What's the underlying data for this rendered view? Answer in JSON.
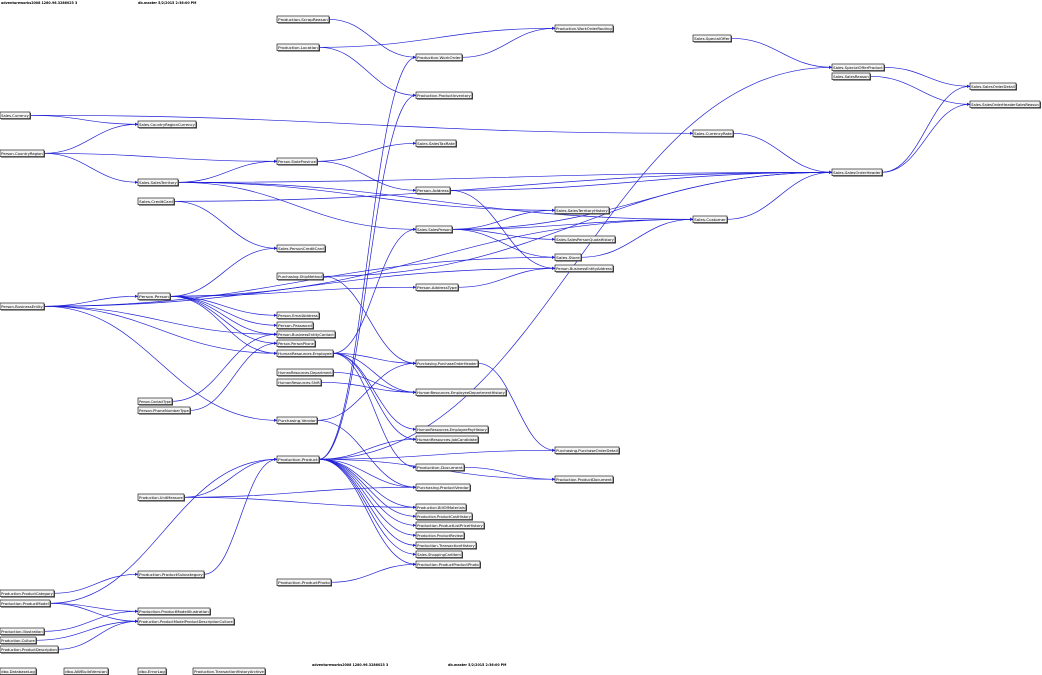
{
  "header": {
    "server_left": "adventureworks2008 1280.96.3286023 3",
    "db_left": "db.master  5/2/2015 2:36:00 PM",
    "server_bottom": "adventureworks2008 1280.96.3286023 3",
    "db_bottom": "db.master  5/2/2015 2:36:00 PM"
  },
  "tables": [
    {
      "id": "t01",
      "label": "Production.ScrapReason"
    },
    {
      "id": "t02",
      "label": "Production.Location"
    },
    {
      "id": "t03",
      "label": "Production.WorkOrderRouting"
    },
    {
      "id": "t04",
      "label": "Production.WorkOrder"
    },
    {
      "id": "t05",
      "label": "Production.ProductInventory"
    },
    {
      "id": "t06",
      "label": "Sales.SpecialOffer"
    },
    {
      "id": "t07",
      "label": "Sales.SpecialOfferProduct"
    },
    {
      "id": "t08",
      "label": "Sales.SalesReason"
    },
    {
      "id": "t09",
      "label": "Sales.SalesOrderDetail"
    },
    {
      "id": "t10",
      "label": "Sales.SalesOrderHeaderSalesReason"
    },
    {
      "id": "t11",
      "label": "Sales.Currency"
    },
    {
      "id": "t12",
      "label": "Sales.CountryRegionCurrency"
    },
    {
      "id": "t13",
      "label": "Sales.CurrencyRate"
    },
    {
      "id": "t14",
      "label": "Person.CountryRegion"
    },
    {
      "id": "t15",
      "label": "Sales.SalesTaxRate"
    },
    {
      "id": "t16",
      "label": "Person.StateProvince"
    },
    {
      "id": "t17",
      "label": "Sales.SalesTerritory"
    },
    {
      "id": "t18",
      "label": "Sales.SalesOrderHeader"
    },
    {
      "id": "t19",
      "label": "Person.Address"
    },
    {
      "id": "t20",
      "label": "Sales.CreditCard"
    },
    {
      "id": "t21",
      "label": "Sales.SalesTerritoryHistory"
    },
    {
      "id": "t22",
      "label": "Sales.Customer"
    },
    {
      "id": "t23",
      "label": "Sales.SalesPerson"
    },
    {
      "id": "t24",
      "label": "Sales.SalesPersonQuotaHistory"
    },
    {
      "id": "t25",
      "label": "Sales.PersonCreditCard"
    },
    {
      "id": "t26",
      "label": "Sales.Store"
    },
    {
      "id": "t27",
      "label": "Purchasing.ShipMethod"
    },
    {
      "id": "t28",
      "label": "Person.BusinessEntityAddress"
    },
    {
      "id": "t29",
      "label": "Person.AddressType"
    },
    {
      "id": "t30",
      "label": "Person.BusinessEntity"
    },
    {
      "id": "t31",
      "label": "Person.Person"
    },
    {
      "id": "t32",
      "label": "Person.EmailAddress"
    },
    {
      "id": "t33",
      "label": "Person.Password"
    },
    {
      "id": "t34",
      "label": "Person.BusinessEntityContact"
    },
    {
      "id": "t35",
      "label": "Person.PersonPhone"
    },
    {
      "id": "t36",
      "label": "HumanResources.Employee"
    },
    {
      "id": "t37",
      "label": "Purchasing.PurchaseOrderHeader"
    },
    {
      "id": "t38",
      "label": "HumanResources.Department"
    },
    {
      "id": "t39",
      "label": "HumanResources.Shift"
    },
    {
      "id": "t40",
      "label": "HumanResources.EmployeeDepartmentHistory"
    },
    {
      "id": "t41",
      "label": "Person.ContactType"
    },
    {
      "id": "t42",
      "label": "Person.PhoneNumberType"
    },
    {
      "id": "t43",
      "label": "Purchasing.Vendor"
    },
    {
      "id": "t44",
      "label": "HumanResources.EmployeePayHistory"
    },
    {
      "id": "t45",
      "label": "HumanResources.JobCandidate"
    },
    {
      "id": "t46",
      "label": "Purchasing.PurchaseOrderDetail"
    },
    {
      "id": "t47",
      "label": "Production.Product"
    },
    {
      "id": "t48",
      "label": "Production.Document"
    },
    {
      "id": "t49",
      "label": "Production.ProductDocument"
    },
    {
      "id": "t50",
      "label": "Purchasing.ProductVendor"
    },
    {
      "id": "t51",
      "label": "Production.UnitMeasure"
    },
    {
      "id": "t52",
      "label": "Production.BillOfMaterials"
    },
    {
      "id": "t53",
      "label": "Production.ProductCostHistory"
    },
    {
      "id": "t54",
      "label": "Production.ProductListPriceHistory"
    },
    {
      "id": "t55",
      "label": "Production.ProductReview"
    },
    {
      "id": "t56",
      "label": "Production.TransactionHistory"
    },
    {
      "id": "t57",
      "label": "Sales.ShoppingCartItem"
    },
    {
      "id": "t58",
      "label": "Production.ProductProductPhoto"
    },
    {
      "id": "t59",
      "label": "Production.ProductSubcategory"
    },
    {
      "id": "t60",
      "label": "Production.ProductPhoto"
    },
    {
      "id": "t61",
      "label": "Production.ProductCategory"
    },
    {
      "id": "t62",
      "label": "Production.ProductModel"
    },
    {
      "id": "t63",
      "label": "Production.ProductModelIllustration"
    },
    {
      "id": "t64",
      "label": "Production.ProductModelProductDescriptionCulture"
    },
    {
      "id": "t65",
      "label": "Production.Illustration"
    },
    {
      "id": "t66",
      "label": "Production.Culture"
    },
    {
      "id": "t67",
      "label": "Production.ProductDescription"
    },
    {
      "id": "t68",
      "label": "dbo.DatabaseLog"
    },
    {
      "id": "t69",
      "label": "dbo.AWBuildVersion"
    },
    {
      "id": "t70",
      "label": "dbo.ErrorLog"
    },
    {
      "id": "t71",
      "label": "Production.TransactionHistoryArchive"
    }
  ],
  "relationships": [
    [
      "t01",
      "t04"
    ],
    [
      "t02",
      "t03"
    ],
    [
      "t02",
      "t05"
    ],
    [
      "t04",
      "t03"
    ],
    [
      "t06",
      "t07"
    ],
    [
      "t07",
      "t09"
    ],
    [
      "t08",
      "t10"
    ],
    [
      "t18",
      "t09"
    ],
    [
      "t18",
      "t10"
    ],
    [
      "t11",
      "t12"
    ],
    [
      "t11",
      "t13"
    ],
    [
      "t13",
      "t18"
    ],
    [
      "t14",
      "t12"
    ],
    [
      "t14",
      "t16"
    ],
    [
      "t14",
      "t17"
    ],
    [
      "t16",
      "t15"
    ],
    [
      "t16",
      "t19"
    ],
    [
      "t17",
      "t16"
    ],
    [
      "t17",
      "t18"
    ],
    [
      "t17",
      "t21"
    ],
    [
      "t17",
      "t22"
    ],
    [
      "t17",
      "t23"
    ],
    [
      "t19",
      "t18"
    ],
    [
      "t19",
      "t28"
    ],
    [
      "t20",
      "t18"
    ],
    [
      "t20",
      "t25"
    ],
    [
      "t22",
      "t18"
    ],
    [
      "t23",
      "t18"
    ],
    [
      "t23",
      "t21"
    ],
    [
      "t23",
      "t24"
    ],
    [
      "t23",
      "t26"
    ],
    [
      "t23",
      "t22"
    ],
    [
      "t26",
      "t22"
    ],
    [
      "t27",
      "t18"
    ],
    [
      "t27",
      "t37"
    ],
    [
      "t29",
      "t28"
    ],
    [
      "t30",
      "t31"
    ],
    [
      "t30",
      "t28"
    ],
    [
      "t30",
      "t34"
    ],
    [
      "t30",
      "t43"
    ],
    [
      "t30",
      "t26"
    ],
    [
      "t30",
      "t36"
    ],
    [
      "t31",
      "t32"
    ],
    [
      "t31",
      "t33"
    ],
    [
      "t31",
      "t34"
    ],
    [
      "t31",
      "t35"
    ],
    [
      "t31",
      "t36"
    ],
    [
      "t31",
      "t22"
    ],
    [
      "t31",
      "t25"
    ],
    [
      "t31",
      "t29"
    ],
    [
      "t36",
      "t23"
    ],
    [
      "t36",
      "t37"
    ],
    [
      "t36",
      "t40"
    ],
    [
      "t36",
      "t44"
    ],
    [
      "t36",
      "t45"
    ],
    [
      "t36",
      "t48"
    ],
    [
      "t38",
      "t40"
    ],
    [
      "t39",
      "t40"
    ],
    [
      "t41",
      "t34"
    ],
    [
      "t42",
      "t35"
    ],
    [
      "t43",
      "t37"
    ],
    [
      "t43",
      "t50"
    ],
    [
      "t37",
      "t46"
    ],
    [
      "t47",
      "t04"
    ],
    [
      "t47",
      "t05"
    ],
    [
      "t47",
      "t07"
    ],
    [
      "t47",
      "t46"
    ],
    [
      "t47",
      "t49"
    ],
    [
      "t47",
      "t50"
    ],
    [
      "t47",
      "t52"
    ],
    [
      "t47",
      "t53"
    ],
    [
      "t47",
      "t54"
    ],
    [
      "t47",
      "t55"
    ],
    [
      "t47",
      "t56"
    ],
    [
      "t47",
      "t57"
    ],
    [
      "t47",
      "t58"
    ],
    [
      "t47",
      "t45"
    ],
    [
      "t48",
      "t49"
    ],
    [
      "t51",
      "t47"
    ],
    [
      "t51",
      "t52"
    ],
    [
      "t51",
      "t50"
    ],
    [
      "t59",
      "t47"
    ],
    [
      "t60",
      "t58"
    ],
    [
      "t61",
      "t59"
    ],
    [
      "t62",
      "t47"
    ],
    [
      "t62",
      "t63"
    ],
    [
      "t62",
      "t64"
    ],
    [
      "t65",
      "t63"
    ],
    [
      "t66",
      "t64"
    ],
    [
      "t67",
      "t64"
    ]
  ]
}
